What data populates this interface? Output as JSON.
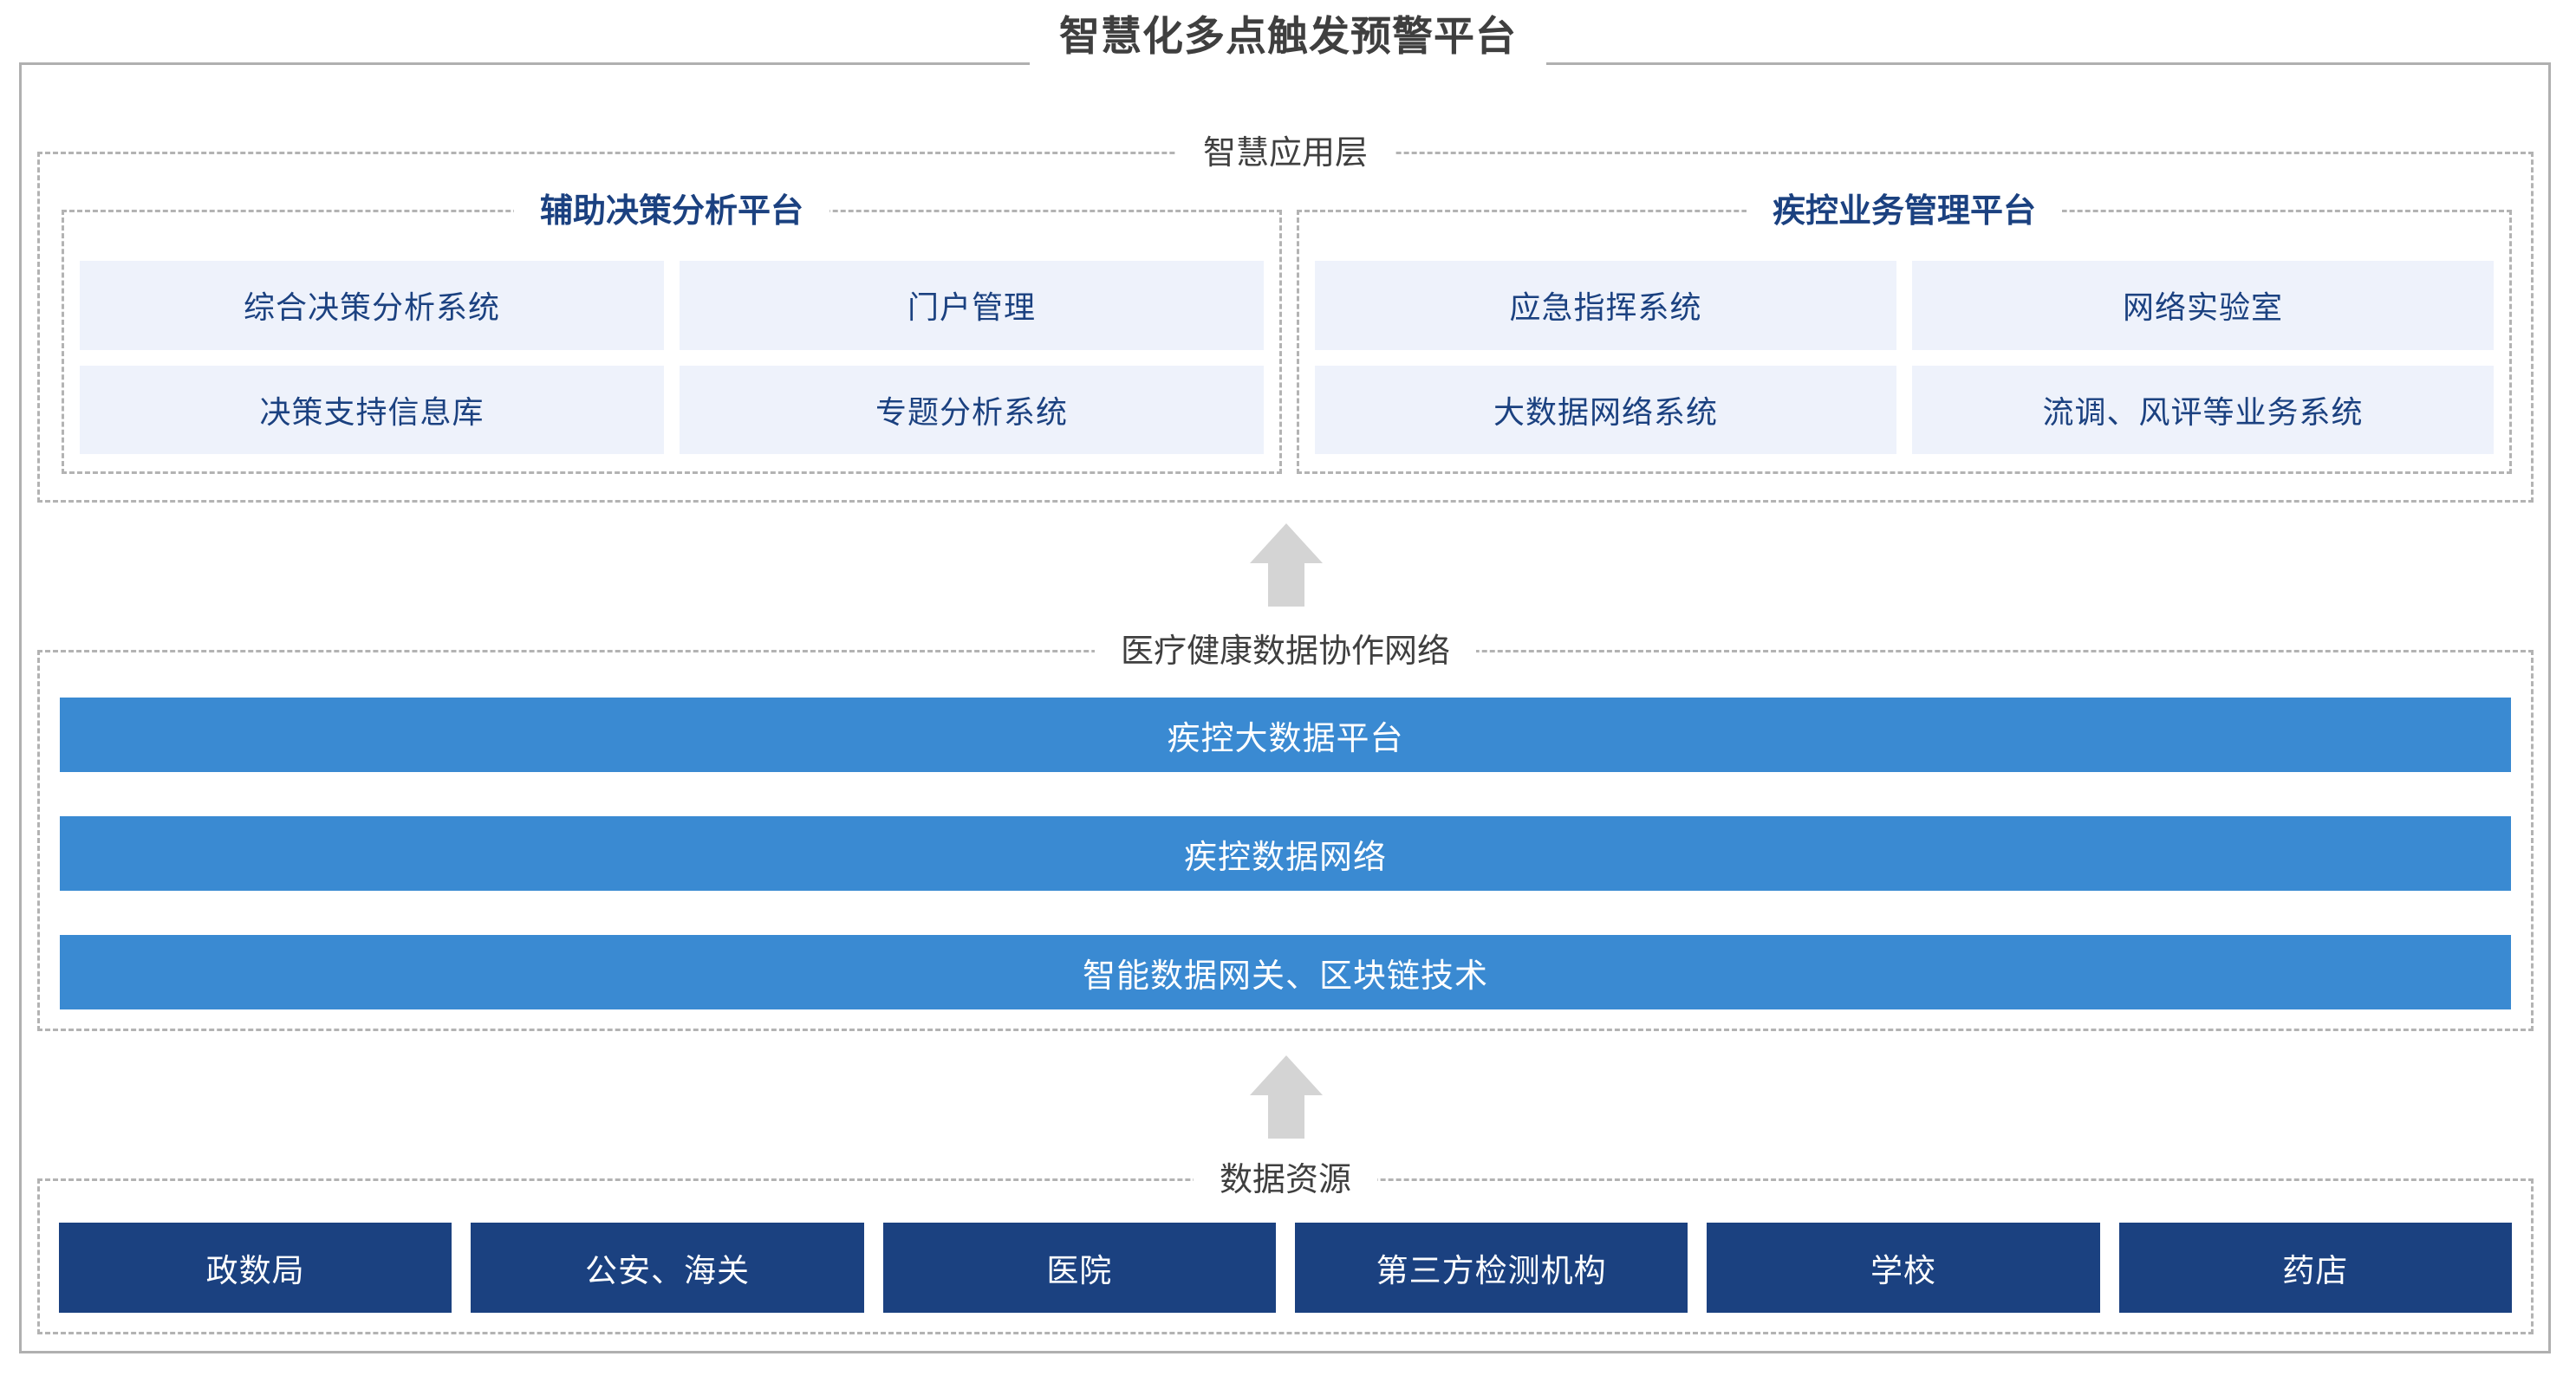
{
  "title": "智慧化多点触发预警平台",
  "colors": {
    "frame_border": "#b0b0b0",
    "dashed_border": "#b3b3b3",
    "navy": "#1b4180",
    "blue_bar": "#3a8ad2",
    "card_bg": "#eef2fb",
    "arrow": "#d4d4d4",
    "title_text": "#3f3f3f"
  },
  "application_layer": {
    "caption": "智慧应用层",
    "subpanels": [
      {
        "caption": "辅助决策分析平台",
        "cards": [
          "综合决策分析系统",
          "门户管理",
          "决策支持信息库",
          "专题分析系统"
        ]
      },
      {
        "caption": "疾控业务管理平台",
        "cards": [
          "应急指挥系统",
          "网络实验室",
          "大数据网络系统",
          "流调、风评等业务系统"
        ]
      }
    ]
  },
  "arrows": {
    "to_application_layer": "arrow-up-icon",
    "to_network_layer": "arrow-up-icon"
  },
  "network_layer": {
    "caption": "医疗健康数据协作网络",
    "bars": [
      "疾控大数据平台",
      "疾控数据网络",
      "智能数据网关、区块链技术"
    ]
  },
  "data_layer": {
    "caption": "数据资源",
    "sources": [
      "政数局",
      "公安、海关",
      "医院",
      "第三方检测机构",
      "学校",
      "药店"
    ]
  }
}
